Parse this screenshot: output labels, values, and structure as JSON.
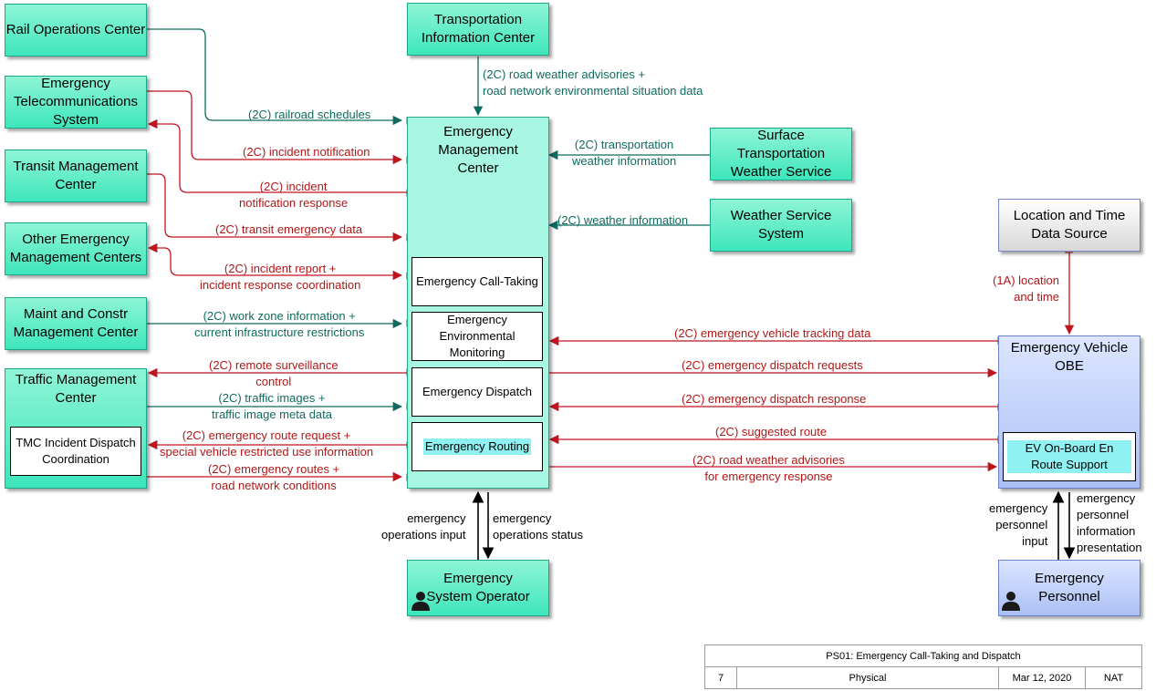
{
  "nodes": {
    "rail_ops": "Rail Operations Center",
    "tic": "Transportation Information Center",
    "etel": "Emergency Telecommunications System",
    "emc": "Emergency Management Center",
    "transit": "Transit Management Center",
    "stws": "Surface Transportation Weather Service",
    "oemc": "Other Emergency Management Centers",
    "wss": "Weather Service System",
    "maint": "Maint and Constr Management Center",
    "loc": "Location and Time Data Source",
    "tmc": "Traffic Management Center",
    "ev_obe": "Emergency Vehicle OBE",
    "tmc_incident": "TMC Incident Dispatch Coordination",
    "eso": "Emergency System Operator",
    "ep": "Emergency Personnel"
  },
  "subsystems": {
    "call_taking": "Emergency Call-Taking",
    "env_mon": "Emergency Environmental Monitoring",
    "dispatch": "Emergency Dispatch",
    "routing": "Emergency Routing",
    "ev_enroute": "EV On-Board En Route Support"
  },
  "flows": {
    "railroad_schedules": "(2C) railroad schedules",
    "road_weather_1": "(2C) road weather advisories +",
    "road_weather_2": "road network environmental situation data",
    "incident_notification": "(2C) incident notification",
    "incident_resp_1": "(2C) incident",
    "incident_resp_2": "notification response",
    "transp_weather_1": "(2C) transportation",
    "transp_weather_2": "weather  information",
    "transit_emergency": "(2C) transit emergency data",
    "weather_info": "(2C) weather information",
    "incident_report_1": "(2C) incident report +",
    "incident_report_2": "incident response coordination",
    "location_time_1": "(1A) location",
    "location_time_2": "and time",
    "work_zone_1": "(2C) work zone information +",
    "work_zone_2": "current infrastructure restrictions",
    "ev_tracking": "(2C) emergency vehicle tracking data",
    "remote_surv_1": "(2C) remote surveillance",
    "remote_surv_2": "control",
    "dispatch_requests": "(2C) emergency dispatch requests",
    "traffic_images_1": "(2C) traffic images +",
    "traffic_images_2": "traffic image meta data",
    "dispatch_response": "(2C) emergency dispatch response",
    "route_request_1": "(2C) emergency route request +",
    "route_request_2": "special vehicle restricted use information",
    "suggested_route": "(2C) suggested route",
    "emergency_routes_1": "(2C) emergency routes +",
    "emergency_routes_2": "road network conditions",
    "rw_response_1": "(2C) road weather advisories",
    "rw_response_2": "for emergency response",
    "ops_input_1": "emergency",
    "ops_input_2": "operations input",
    "ops_status_1": "emergency",
    "ops_status_2": "operations status",
    "pers_input_1": "emergency",
    "pers_input_2": "personnel",
    "pers_input_3": "input",
    "pers_info_1": "emergency",
    "pers_info_2": "personnel",
    "pers_info_3": "information",
    "pers_info_4": "presentation"
  },
  "footer": {
    "title": "PS01: Emergency Call-Taking and Dispatch",
    "number": "7",
    "view": "Physical",
    "date": "Mar 12, 2020",
    "org": "NAT"
  },
  "colors": {
    "teal_fill": "#3ee6bb",
    "center_fill": "#a8f7e2",
    "blue_fill": "#aabff5",
    "red_flow": "#b01818",
    "green_flow": "#0f6b5e"
  },
  "icons": {
    "operator": "person-icon",
    "personnel": "person-icon"
  }
}
